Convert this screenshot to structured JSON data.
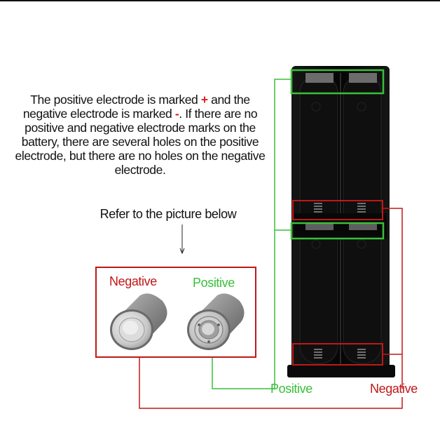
{
  "instruction": {
    "part1": "The positive electrode is marked ",
    "plus": "+",
    "part2": " and the negative electrode is marked ",
    "minus": "-",
    "part3": ". If there are no positive and negative electrode marks on the battery, there are several holes on the positive electrode, but there are no holes on the negative electrode."
  },
  "refer_text": "Refer to the picture below",
  "sample_box": {
    "negative_label": "Negative",
    "positive_label": "Positive"
  },
  "callouts": {
    "positive": "Positive",
    "negative": "Negative"
  },
  "colors": {
    "positive": "#38c038",
    "negative": "#c01818",
    "holder": "#0d0d0d"
  }
}
